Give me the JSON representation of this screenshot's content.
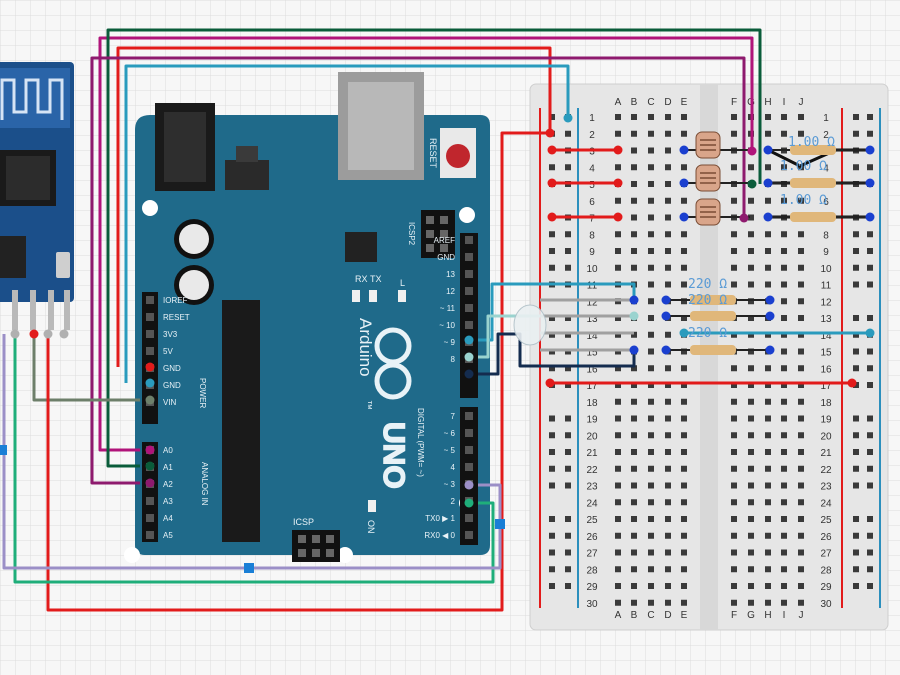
{
  "colors": {
    "background": "#f7f7f7",
    "grid": "#dcdcdc",
    "board": "#1f6a8a",
    "board_dark": "#175470",
    "breadboard": "#e8e8e8",
    "rail_red": "#e21b1b",
    "rail_blue": "#2b8fbd",
    "wire_red": "#e21b1b",
    "wire_purple": "#8e1a6e",
    "wire_magenta": "#b0147a",
    "wire_green": "#0a5c3a",
    "wire_teal": "#2a9bbd",
    "wire_gray": "#6d7f6a",
    "wire_lilac": "#9b8fc7",
    "wire_navy": "#142c4f",
    "wire_mint": "#9ad3cf",
    "wire_lightgreen": "#1fae7a"
  },
  "breadboard": {
    "columns_left": [
      "A",
      "B",
      "C",
      "D",
      "E"
    ],
    "columns_right": [
      "F",
      "G",
      "H",
      "I",
      "J"
    ],
    "rows": [
      "1",
      "2",
      "3",
      "4",
      "5",
      "6",
      "7",
      "8",
      "9",
      "10",
      "11",
      "12",
      "13",
      "14",
      "15",
      "16",
      "17",
      "18",
      "19",
      "20",
      "21",
      "22",
      "23",
      "24",
      "25",
      "26",
      "27",
      "28",
      "29",
      "30"
    ]
  },
  "arduino": {
    "name": "Arduino",
    "model": "UNO",
    "reset_label": "RESET",
    "icsp2_label": "ICSP2",
    "icsp_label": "ICSP",
    "on_label": "ON",
    "rx_label": "RX",
    "tx_label": "TX",
    "l_label": "L",
    "digital_label": "DIGITAL (PWM= ~)",
    "power_label": "POWER",
    "analog_label": "ANALOG IN",
    "tm": "™",
    "power_pins": [
      "IOREF",
      "RESET",
      "3V3",
      "5V",
      "GND",
      "GND",
      "VIN"
    ],
    "analog_pins": [
      "A0",
      "A1",
      "A2",
      "A3",
      "A4",
      "A5"
    ],
    "digital_top_pins": [
      "AREF",
      "GND",
      "13",
      "12",
      "~ 11",
      "~ 10",
      "~ 9",
      "8"
    ],
    "digital_bottom_pins": [
      "7",
      "~ 6",
      "~ 5",
      "4",
      "~ 3",
      "2",
      "TX0 ▶ 1",
      "RX0 ◀ 0"
    ]
  },
  "resistors": {
    "top": [
      "1.00 Ω",
      "1.00 Ω",
      "1.00 Ω"
    ],
    "bottom": [
      "220 Ω",
      "220 Ω",
      "220 Ω"
    ]
  }
}
